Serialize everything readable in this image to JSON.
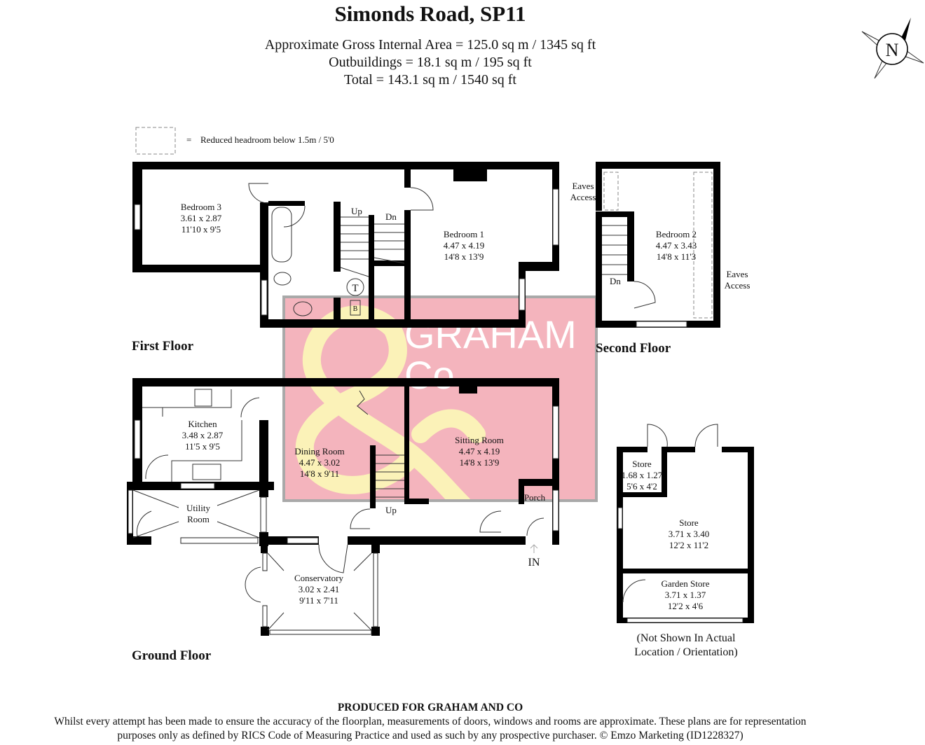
{
  "header": {
    "title": "Simonds Road, SP11",
    "areas": [
      "Approximate Gross Internal Area = 125.0 sq m / 1345 sq ft",
      "Outbuildings = 18.1 sq m / 195 sq ft",
      "Total = 143.1 sq m / 1540 sq ft"
    ]
  },
  "compass": {
    "label": "N",
    "icon": "north-compass-icon"
  },
  "legend": {
    "symbol": "=",
    "text": "Reduced headroom below 1.5m / 5'0"
  },
  "floors": {
    "first": "First Floor",
    "second": "Second Floor",
    "ground": "Ground Floor"
  },
  "rooms": {
    "bedroom3": {
      "name": "Bedroom 3",
      "metric": "3.61 x 2.87",
      "imperial": "11'10 x 9'5"
    },
    "bedroom1": {
      "name": "Bedroom 1",
      "metric": "4.47 x 4.19",
      "imperial": "14'8 x 13'9"
    },
    "bedroom2": {
      "name": "Bedroom 2",
      "metric": "4.47 x 3.43",
      "imperial": "14'8 x 11'3"
    },
    "kitchen": {
      "name": "Kitchen",
      "metric": "3.48 x 2.87",
      "imperial": "11'5 x 9'5"
    },
    "dining": {
      "name": "Dining Room",
      "metric": "4.47 x 3.02",
      "imperial": "14'8 x 9'11"
    },
    "sitting": {
      "name": "Sitting Room",
      "metric": "4.47 x 4.19",
      "imperial": "14'8 x 13'9"
    },
    "utility": {
      "name1": "Utility",
      "name2": "Room"
    },
    "conservatory": {
      "name": "Conservatory",
      "metric": "3.02 x 2.41",
      "imperial": "9'11 x 7'11"
    },
    "store_small": {
      "name": "Store",
      "metric": "1.68 x 1.27",
      "imperial": "5'6 x 4'2"
    },
    "store": {
      "name": "Store",
      "metric": "3.71 x 3.40",
      "imperial": "12'2 x 11'2"
    },
    "garden_store": {
      "name": "Garden Store",
      "metric": "3.71 x 1.37",
      "imperial": "12'2 x 4'6"
    }
  },
  "labels": {
    "up": "Up",
    "dn": "Dn",
    "eaves1": "Eaves",
    "access1": "Access",
    "eaves2": "Eaves",
    "access2": "Access",
    "porch": "Porch",
    "in": "IN",
    "tank": "T",
    "boiler": "B",
    "outbuildings_note": [
      "(Not Shown In Actual",
      "Location / Orientation)"
    ]
  },
  "watermark": {
    "text1": "GRAHAM",
    "text2": "Co",
    "amp": "&",
    "bg": "#f4b4bd",
    "amp_color": "#fbf2b8"
  },
  "footer": {
    "produced": "PRODUCED FOR GRAHAM AND CO",
    "line1": "Whilst every attempt has been made to ensure the accuracy of the floorplan, measurements of doors, windows and rooms are approximate. These plans are for representation",
    "line2": "purposes only as defined by RICS Code of Measuring Practice and used as such by any prospective purchaser. © Emzo Marketing (ID1228327)"
  }
}
